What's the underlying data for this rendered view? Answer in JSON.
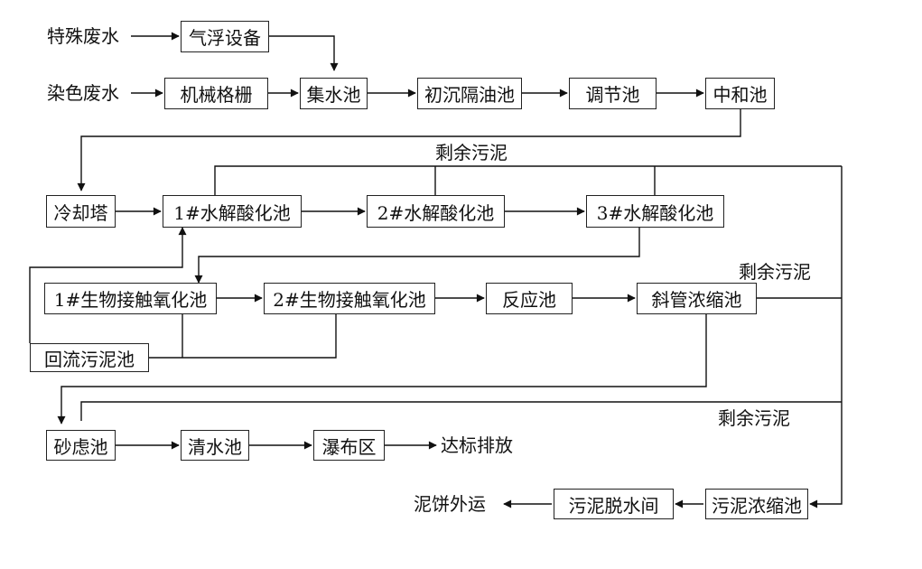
{
  "inputs": {
    "special_wastewater": "特殊废水",
    "dyeing_wastewater": "染色废水"
  },
  "units": {
    "air_flotation": "气浮设备",
    "mechanical_grille": "机械格栅",
    "collection_tank": "集水池",
    "primary_settling_oil_separator": "初沉隔油池",
    "equalization_tank": "调节池",
    "neutralization_tank": "中和池",
    "cooling_tower": "冷却塔",
    "hydrolysis_1": "1#水解酸化池",
    "hydrolysis_2": "2#水解酸化池",
    "hydrolysis_3": "3#水解酸化池",
    "bio_contact_1": "1#生物接触氧化池",
    "bio_contact_2": "2#生物接触氧化池",
    "reaction_tank": "反应池",
    "inclined_tube_thickener": "斜管浓缩池",
    "return_sludge_tank": "回流污泥池",
    "sand_filter": "砂虑池",
    "clear_water_tank": "清水池",
    "waterfall_zone": "瀑布区",
    "sludge_thickener": "污泥浓缩池",
    "sludge_dewatering_room": "污泥脱水间"
  },
  "outputs": {
    "discharge": "达标排放",
    "cake_disposal": "泥饼外运"
  },
  "annotations": {
    "excess_sludge_1": "剩余污泥",
    "excess_sludge_2": "剩余污泥",
    "excess_sludge_3": "剩余污泥"
  }
}
